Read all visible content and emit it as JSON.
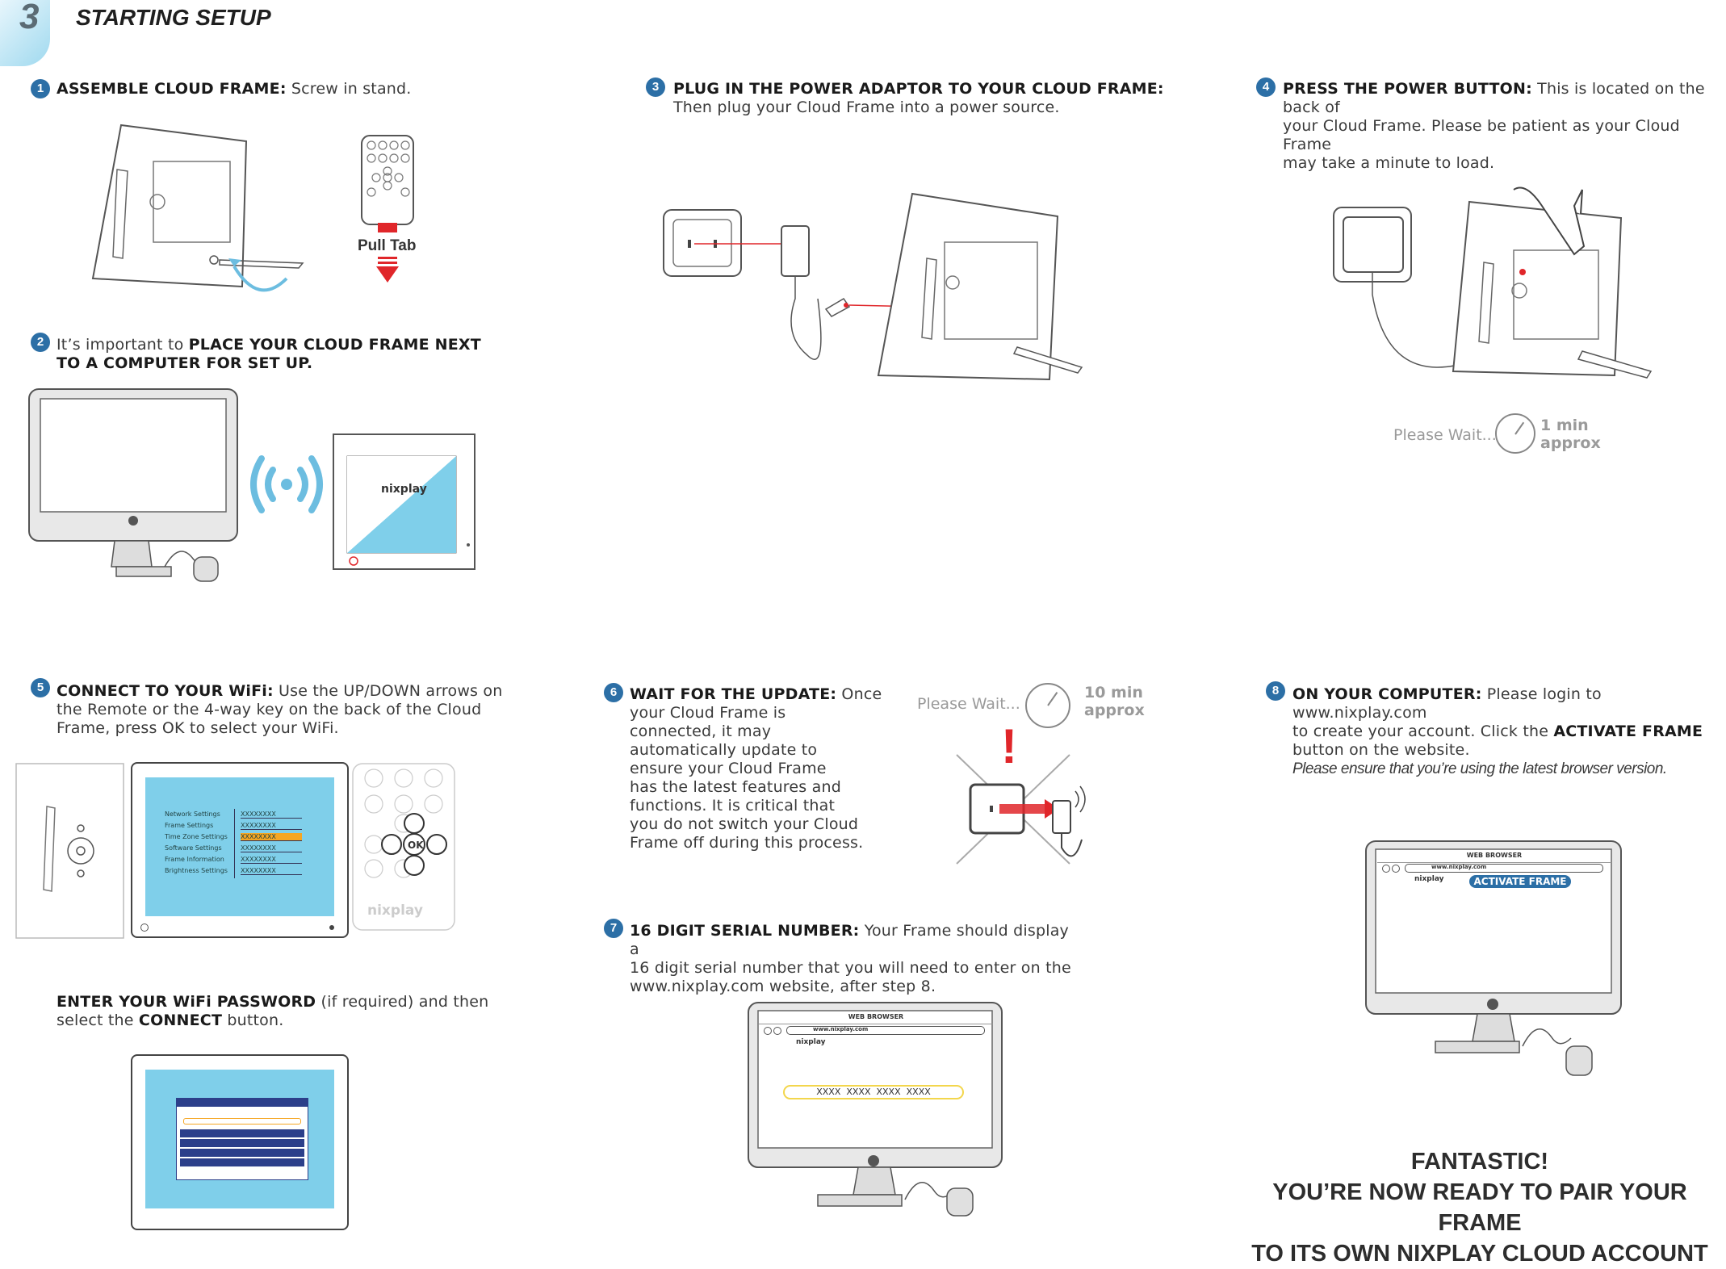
{
  "header": {
    "number": "3",
    "title": "STARTING SETUP"
  },
  "steps": {
    "s1": {
      "num": "1",
      "bold": "ASSEMBLE CLOUD FRAME:",
      "text": " Screw in stand.",
      "pull_tab": "Pull Tab"
    },
    "s2": {
      "num": "2",
      "pre": "It’s important to ",
      "bold1": "PLACE YOUR CLOUD FRAME NEXT",
      "bold2": "TO A COMPUTER FOR SET UP.",
      "brand": "nixplay"
    },
    "s3": {
      "num": "3",
      "bold": "PLUG IN THE POWER ADAPTOR TO YOUR CLOUD FRAME:",
      "text": "Then plug your Cloud Frame into a power source."
    },
    "s4": {
      "num": "4",
      "bold": "PRESS THE POWER BUTTON:",
      "text1": " This is located on the back of",
      "text2": "your Cloud Frame. Please be patient as your Cloud Frame",
      "text3": "may take a minute to load.",
      "wait": "Please Wait...",
      "dur1": "1 min",
      "dur2": "approx"
    },
    "s5": {
      "num": "5",
      "bold": "CONNECT TO YOUR WiFi:",
      "text1": " Use the UP/DOWN arrows on",
      "text2": "the Remote or the 4-way key on the back of the Cloud",
      "text3": "Frame, press OK to select your WiFi.",
      "menu": [
        "Network Settings",
        "Frame Settings",
        "Time Zone Settings",
        "Software Settings",
        "Frame Information",
        "Brightness Settings"
      ],
      "networks": [
        "XXXXXXXX",
        "XXXXXXXX",
        "XXXXXXXX",
        "XXXXXXXX",
        "XXXXXXXX",
        "XXXXXXXX"
      ],
      "remote_ok": "OK",
      "brand": "nixplay"
    },
    "s5b": {
      "bold1": "ENTER YOUR WiFi PASSWORD",
      "text1": " (if required) and then",
      "pre2": "select the ",
      "bold2": "CONNECT",
      "text2": " button."
    },
    "s6": {
      "num": "6",
      "bold": "WAIT FOR THE UPDATE:",
      "lines": [
        " Once",
        "your Cloud Frame is",
        "connected, it may",
        "automatically update to",
        "ensure your Cloud Frame",
        "has the latest features and",
        "functions. It is critical that",
        "you do not switch your Cloud",
        "Frame off during this process."
      ],
      "wait": "Please Wait...",
      "dur1": "10 min",
      "dur2": "approx",
      "alert": "!"
    },
    "s7": {
      "num": "7",
      "bold": "16 DIGIT SERIAL NUMBER:",
      "text1": " Your Frame should display a",
      "text2": "16 digit serial number that you will need to enter on the",
      "text3": "www.nixplay.com website, after step 8.",
      "browser_title": "WEB BROWSER",
      "url": "www.nixplay.com",
      "brand": "nixplay",
      "serial": "XXXX  XXXX  XXXX  XXXX"
    },
    "s8": {
      "num": "8",
      "bold1": "ON YOUR COMPUTER:",
      "text1": " Please login to www.nixplay.com",
      "text2": "to create your account. Click the ",
      "bold2": "ACTIVATE FRAME",
      "text3": "button on the website.",
      "note": "Please ensure that you’re using the latest browser version.",
      "browser_title": "WEB BROWSER",
      "url": "www.nixplay.com",
      "brand": "nixplay",
      "activate": "ACTIVATE FRAME"
    }
  },
  "final": {
    "line1": "FANTASTIC!",
    "line2": "YOU’RE NOW READY TO PAIR YOUR FRAME",
    "line3": "TO ITS OWN NIXPLAY CLOUD ACCOUNT"
  },
  "colors": {
    "accent_blue": "#2c6fa6",
    "screen_blue": "#7fcfea",
    "alert_red": "#e0262a",
    "serial_yellow": "#f3d64c"
  }
}
